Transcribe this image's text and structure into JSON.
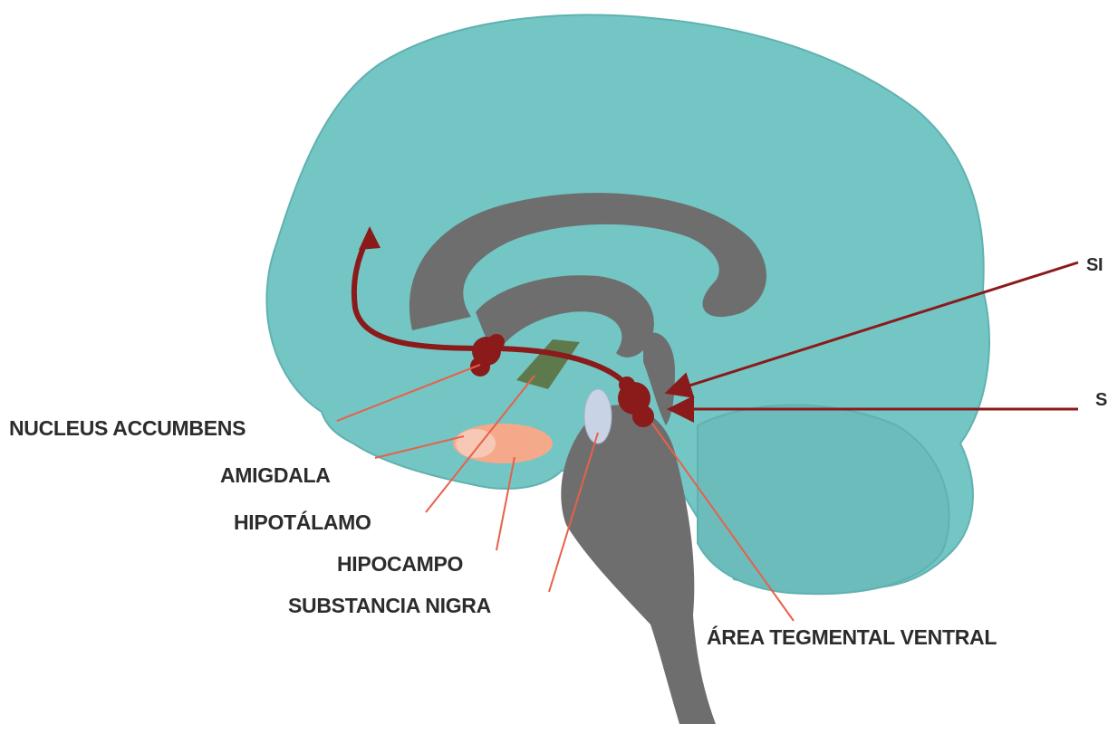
{
  "colors": {
    "cortex": "#73c6c4",
    "gray_matter": "#6e6e6e",
    "pathway": "#8b1a1a",
    "pointer": "#e8604a",
    "amygdala": "#f4a98a",
    "hypothalamus": "#5e7a4c",
    "hippocampus": "#c9d3e6"
  },
  "labels": {
    "nucleus_accumbens": "NUCLEUS ACCUMBENS",
    "amigdala": "AMIGDALA",
    "hipotalamo": "HIPOTÁLAMO",
    "hipocampo": "HIPOCAMPO",
    "substancia_nigra": "SUBSTANCIA NIGRA",
    "area_tegmental_ventral": "ÁREA TEGMENTAL VENTRAL",
    "right_top_partial": "SI",
    "right_bottom_partial": "S"
  }
}
